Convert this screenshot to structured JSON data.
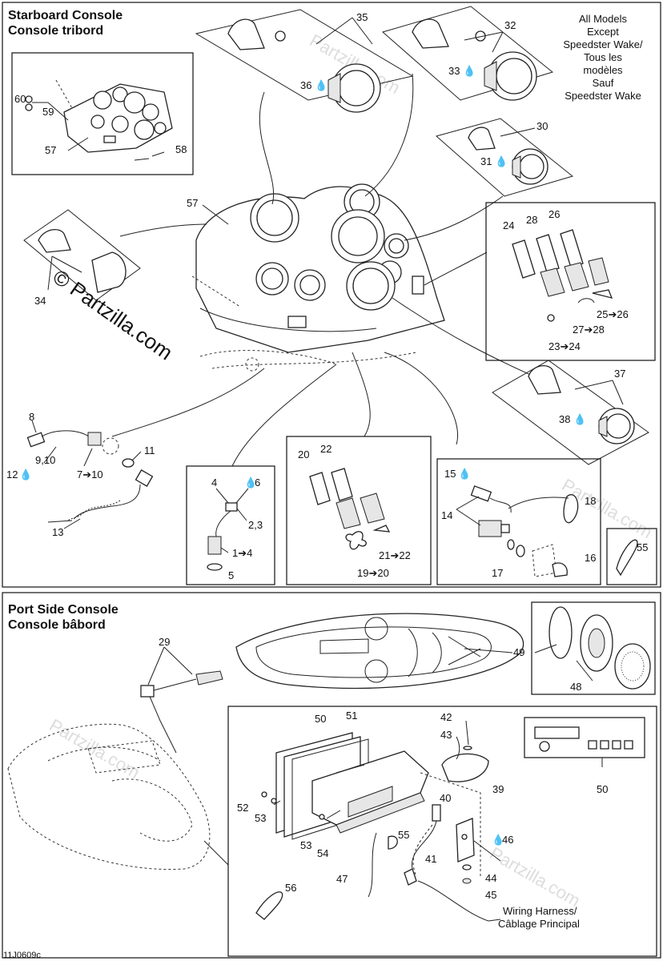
{
  "sections": {
    "starboard": {
      "title_en": "Starboard Console",
      "title_fr": "Console tribord"
    },
    "port": {
      "title_en": "Port Side Console",
      "title_fr": "Console bâbord"
    }
  },
  "all_models_note": [
    "All Models",
    "Except",
    "Speedster Wake/",
    "Tous les",
    "modèles",
    "Sauf",
    "Speedster Wake"
  ],
  "harness_note": [
    "Wiring Harness/",
    "Câblage Principal"
  ],
  "watermark": "© Partzilla.com",
  "faint_watermark": "Partzilla.com",
  "footer_code": "11J0609c",
  "callouts": {
    "c35": "35",
    "c36": "36",
    "c32": "32",
    "c33": "33",
    "c30": "30",
    "c31": "31",
    "c60": "60",
    "c59": "59",
    "c57a": "57",
    "c58": "58",
    "c57b": "57",
    "c24": "24",
    "c28": "28",
    "c26": "26",
    "c25_26": "25➔26",
    "c27_28": "27➔28",
    "c23_24": "23➔24",
    "c34": "34",
    "c37": "37",
    "c38": "38",
    "c8": "8",
    "c12": "12",
    "c9_10": "9,10",
    "c7_10": "7➔10",
    "c11": "11",
    "c13": "13",
    "c4": "4",
    "c6": "6",
    "c2_3": "2,3",
    "c1_4": "1➔4",
    "c5": "5",
    "c20": "20",
    "c22": "22",
    "c21_22": "21➔22",
    "c19_20": "19➔20",
    "c15": "15",
    "c14": "14",
    "c18": "18",
    "c17": "17",
    "c16": "16",
    "c55a": "55",
    "c29": "29",
    "c49": "49",
    "c48": "48",
    "c50a": "50",
    "c51": "51",
    "c42": "42",
    "c43": "43",
    "c50b": "50",
    "c52": "52",
    "c53a": "53",
    "c39": "39",
    "c40": "40",
    "c55b": "55",
    "c53b": "53",
    "c54": "54",
    "c46": "46",
    "c41": "41",
    "c44": "44",
    "c47": "47",
    "c45": "45",
    "c56": "56"
  },
  "drop_icon": "💧"
}
